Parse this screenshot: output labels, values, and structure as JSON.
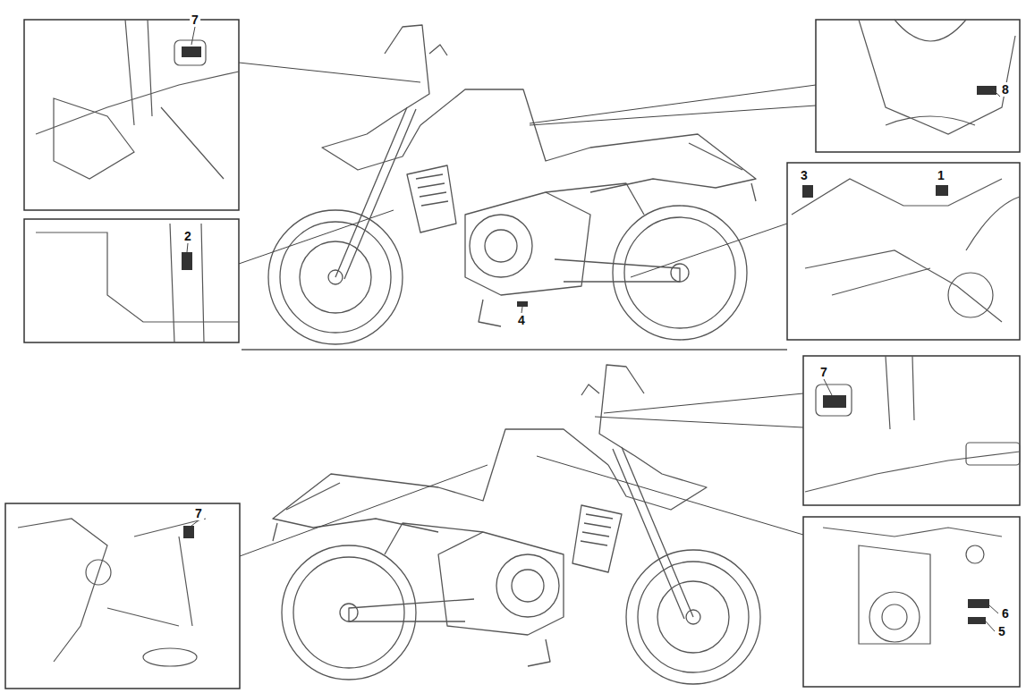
{
  "diagram": {
    "labels": [
      "7",
      "8",
      "2",
      "3",
      "1",
      "4",
      "7",
      "7",
      "6",
      "5"
    ]
  }
}
